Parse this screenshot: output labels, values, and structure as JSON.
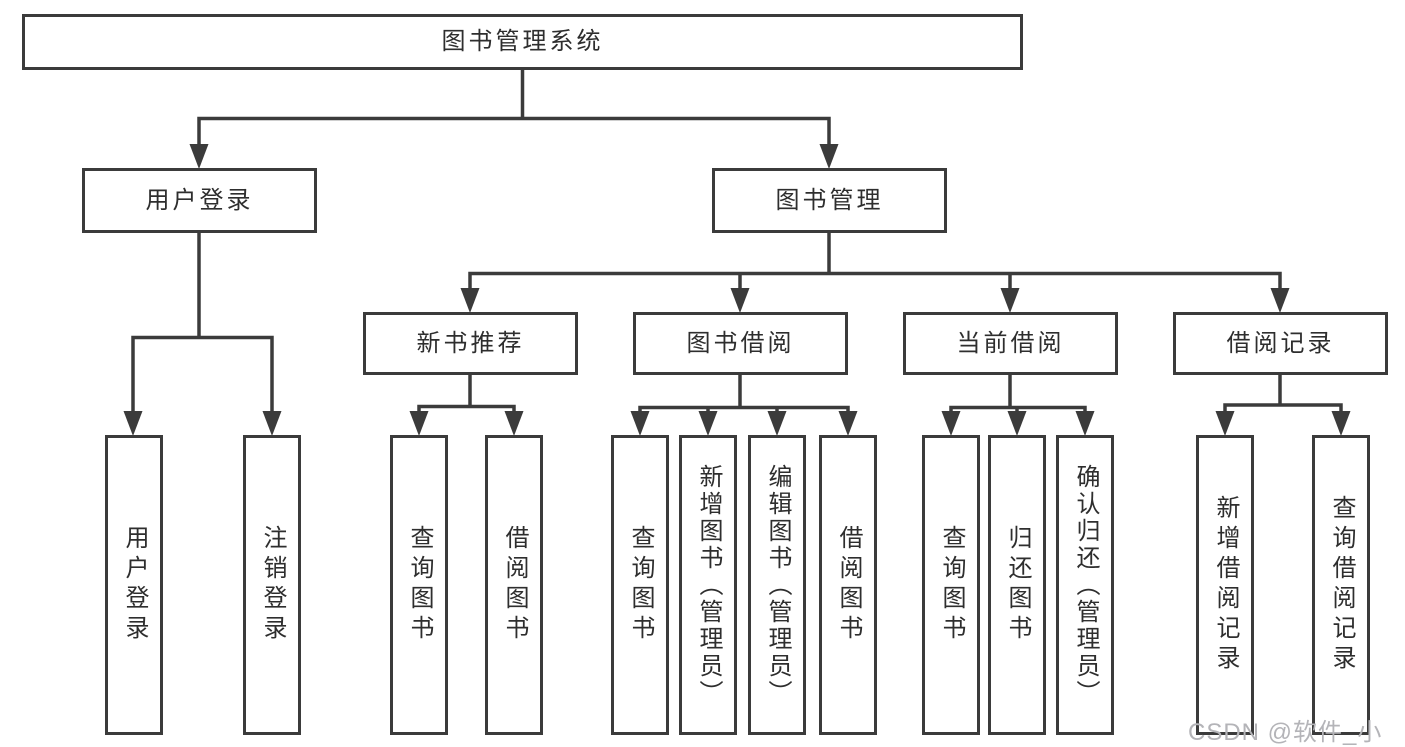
{
  "tree": {
    "label": "图书管理系统",
    "children": [
      {
        "label": "用户登录",
        "children": [
          {
            "label": "用户登录"
          },
          {
            "label": "注销登录"
          }
        ]
      },
      {
        "label": "图书管理",
        "children": [
          {
            "label": "新书推荐",
            "children": [
              {
                "label": "查询图书"
              },
              {
                "label": "借阅图书"
              }
            ]
          },
          {
            "label": "图书借阅",
            "children": [
              {
                "label": "查询图书"
              },
              {
                "label": "新增图书（管理员）"
              },
              {
                "label": "编辑图书（管理员）"
              },
              {
                "label": "借阅图书"
              }
            ]
          },
          {
            "label": "当前借阅",
            "children": [
              {
                "label": "查询图书"
              },
              {
                "label": "归还图书"
              },
              {
                "label": "确认归还（管理员）"
              }
            ]
          },
          {
            "label": "借阅记录",
            "children": [
              {
                "label": "新增借阅记录"
              },
              {
                "label": "查询借阅记录"
              }
            ]
          }
        ]
      }
    ]
  },
  "watermark": {
    "text": "CSDN @软件_小贺同学"
  },
  "colors": {
    "background": "#ffffff",
    "line": "#3b3b3b",
    "box_border": "#3b3b3b",
    "text": "#2e2e2e",
    "watermark_text": "#b4b4b8"
  }
}
